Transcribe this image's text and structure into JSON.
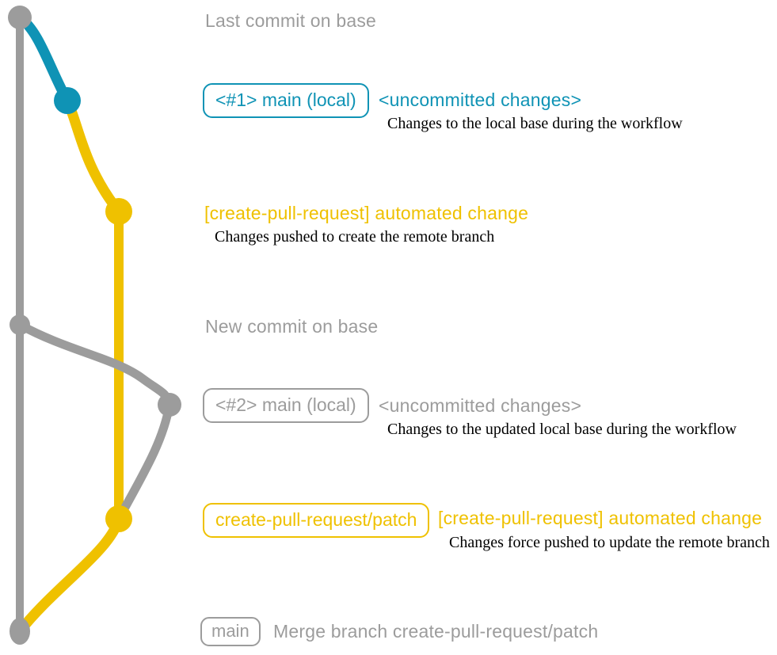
{
  "colors": {
    "gray": "#9c9c9c",
    "teal": "#0f93b5",
    "yellow": "#efc100",
    "black": "#000000"
  },
  "graph": {
    "type": "git-branch-diagram",
    "branches": [
      {
        "name": "base (origin/main)",
        "color_key": "gray"
      },
      {
        "name": "main (local) #1",
        "color_key": "teal"
      },
      {
        "name": "create-pull-request/patch",
        "color_key": "yellow"
      },
      {
        "name": "main (local) #2",
        "color_key": "gray"
      }
    ],
    "commits_top_to_bottom": [
      {
        "label": "Last commit on base",
        "branch": "base",
        "color_key": "gray"
      },
      {
        "label": "<#1> main (local) — <uncommitted changes>",
        "branch": "main (local) #1",
        "color_key": "teal"
      },
      {
        "label": "[create-pull-request] automated change",
        "branch": "create-pull-request/patch",
        "color_key": "yellow"
      },
      {
        "label": "New commit on base",
        "branch": "base",
        "color_key": "gray"
      },
      {
        "label": "<#2> main (local) — <uncommitted changes>",
        "branch": "main (local) #2",
        "color_key": "gray"
      },
      {
        "label": "create-pull-request/patch — [create-pull-request] automated change",
        "branch": "create-pull-request/patch",
        "color_key": "yellow"
      },
      {
        "label": "main — Merge branch create-pull-request/patch",
        "branch": "base",
        "color_key": "gray"
      }
    ]
  },
  "labels": {
    "last_commit": "Last commit on base",
    "badge1": "<#1> main (local)",
    "uncommitted1": "<uncommitted changes>",
    "desc1": "Changes to the local base during the workflow",
    "auto_change1": "[create-pull-request] automated change",
    "desc2": "Changes pushed to create the remote branch",
    "new_commit": "New commit on base",
    "badge2": "<#2> main (local)",
    "uncommitted2": "<uncommitted changes>",
    "desc3": "Changes to the updated local base during the workflow",
    "badge3": "create-pull-request/patch",
    "auto_change2": "[create-pull-request] automated change",
    "desc4": "Changes force pushed to update the remote branch",
    "badge4": "main",
    "merge_msg": "Merge branch create-pull-request/patch"
  }
}
